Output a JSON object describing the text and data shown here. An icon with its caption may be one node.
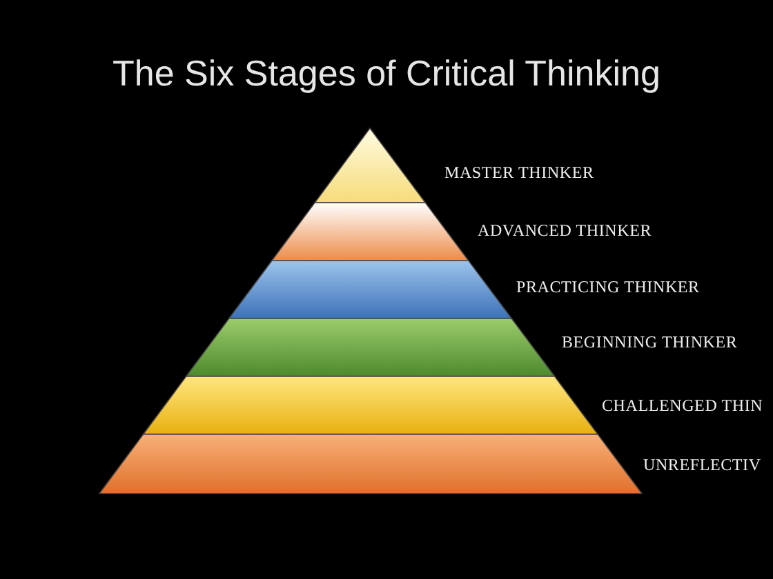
{
  "diagram": {
    "title": "The Six Stages of Critical Thinking",
    "labels": [
      "MASTER THINKER",
      "ADVANCED THINKER",
      "PRACTICING THINKER",
      "BEGINNING THINKER",
      "CHALLENGED THIN",
      "UNREFLECTIV"
    ]
  }
}
